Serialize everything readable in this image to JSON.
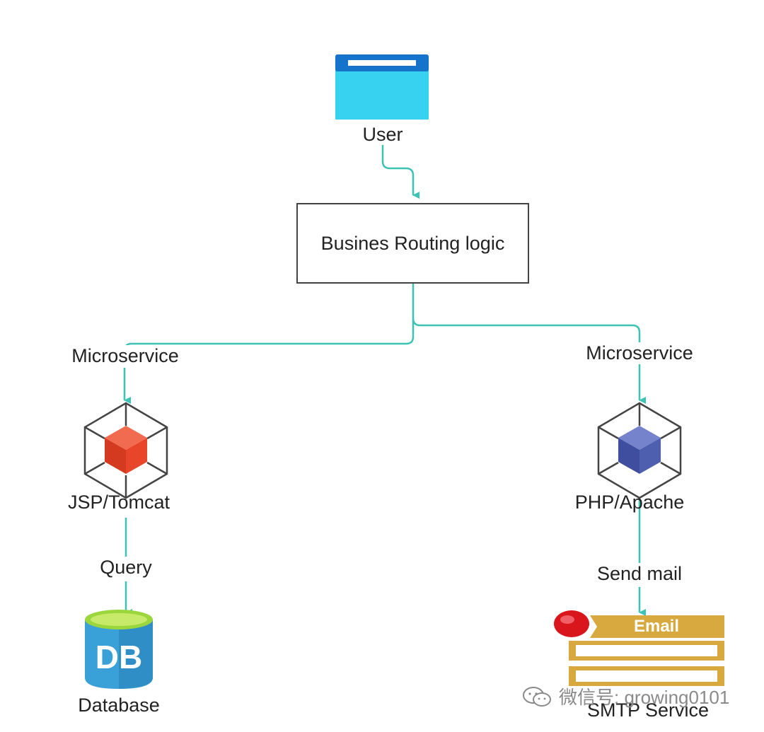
{
  "nodes": {
    "user": {
      "label": "User"
    },
    "router": {
      "label": "Busines Routing logic"
    },
    "ms_left": {
      "label": "Microservice",
      "app_label": "JSP/Tomcat",
      "cube_color": "#e8452b"
    },
    "ms_right": {
      "label": "Microservice",
      "app_label": "PHP/Apache",
      "cube_color": "#4f5fb0"
    },
    "database": {
      "label": "Database",
      "icon_text": "DB"
    },
    "smtp": {
      "label": "SMTP Service",
      "icon_text": "Email"
    }
  },
  "edges": {
    "query": "Query",
    "send_mail": "Send mail"
  },
  "colors": {
    "connector": "#3cc3b3",
    "window_title_bar": "#1673cc",
    "window_body": "#33cdeb",
    "db_body": "#3aa0d8",
    "db_top": "#9bd63c",
    "email_gold": "#d7a93e",
    "email_red": "#d8161c"
  },
  "watermark": "微信号: growing0101"
}
